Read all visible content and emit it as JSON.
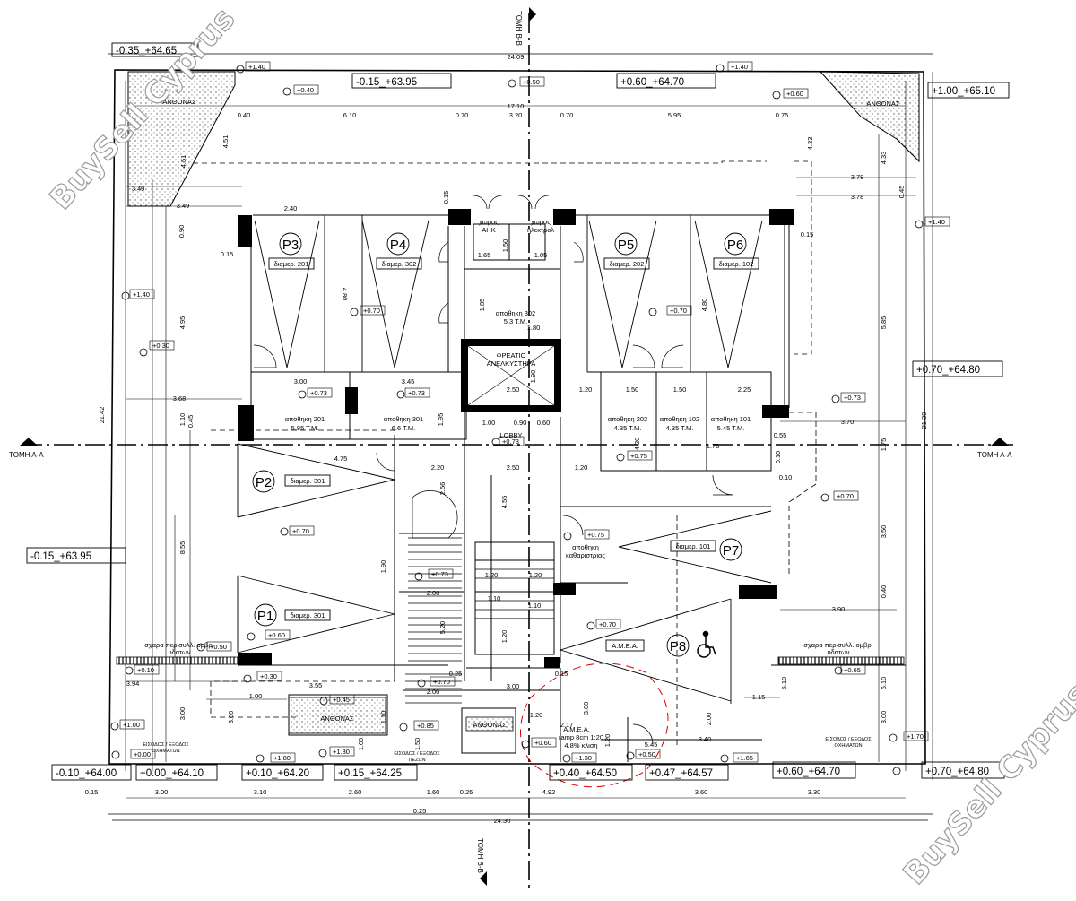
{
  "watermark": "BuySell Cyprus",
  "sections": {
    "aa": "ΤΟΜΗ Α-Α",
    "bb": "ΤΟΜΗ Β-Β"
  },
  "levels": {
    "l1": "-0.35_+64.65",
    "l2": "-0.15_+63.95",
    "l3": "+0.60_+64.70",
    "l4": "+1.00_+65.10",
    "l5": "-0.15_+63.95",
    "l6": "+0.70_+64.80",
    "l7": "-0.10_+64.00",
    "l8": "+0.00_+64.10",
    "l9": "+0.10_+64.20",
    "l10": "+0.15_+64.25",
    "l11": "+0.40_+64.50",
    "l12": "+0.47_+64.57",
    "l13": "+0.60_+64.70",
    "l14": "+0.70_+64.80"
  },
  "points": {
    "p1": "+1.40",
    "p2": "+0.40",
    "p3": "+0.50",
    "p4": "+1.40",
    "p5": "+0.60",
    "p6": "+1.40",
    "p7": "+0.30",
    "p8": "+0.70",
    "p9": "+0.70",
    "p10": "+0.73",
    "p11": "+0.73",
    "p12": "+0.73",
    "p13": "+0.73",
    "p14": "+0.75",
    "p15": "+0.70",
    "p16": "+0.70",
    "p17": "+0.75",
    "p18": "+0.73",
    "p19": "+0.70",
    "p20": "+0.60",
    "p21": "+0.50",
    "p22": "+0.30",
    "p23": "+0.10",
    "p24": "+0.65",
    "p25": "+0.70",
    "p26": "+0.45",
    "p27": "+1.00",
    "p28": "+0.00",
    "p29": "+1.80",
    "p30": "+1.30",
    "p31": "+0.85",
    "p32": "+0.60",
    "p33": "+1.30",
    "p34": "+0.50",
    "p35": "+1.65",
    "p36": "+1.70",
    "p37": "+1.40"
  },
  "parking": {
    "P1": {
      "label": "P1",
      "apt": "διαμερ. 301"
    },
    "P2": {
      "label": "P2",
      "apt": "διαμερ. 301"
    },
    "P3": {
      "label": "P3",
      "apt": "διαμερ. 201"
    },
    "P4": {
      "label": "P4",
      "apt": "διαμερ. 302"
    },
    "P5": {
      "label": "P5",
      "apt": "διαμερ. 202"
    },
    "P6": {
      "label": "P6",
      "apt": "διαμερ. 102"
    },
    "P7": {
      "label": "P7",
      "apt": "διαμερ. 101"
    },
    "P8": {
      "label": "P8",
      "apt": "Α.Μ.Ε.Α."
    }
  },
  "storage": {
    "s201": {
      "name": "αποθηκη 201",
      "area": "5.85 Τ.Μ."
    },
    "s301": {
      "name": "αποθηκη 301",
      "area": "6.6 Τ.Μ."
    },
    "s302": {
      "name": "αποθηκη 302",
      "area": "5.3 Τ.Μ."
    },
    "s202": {
      "name": "αποθηκη 202",
      "area": "4.35 Τ.Μ."
    },
    "s102": {
      "name": "αποθηκη 102",
      "area": "4.35 Τ.Μ."
    },
    "s101": {
      "name": "αποθηκη 101",
      "area": "5.45 Τ.Μ."
    },
    "clean1": "αποθηκη",
    "clean2": "καθαριστριας"
  },
  "rooms": {
    "ahk1": "χωρος",
    "ahk2": "ΑΗΚ",
    "elec1": "χωρος",
    "elec2": "ηλεκτρολ",
    "lift1": "ΦΡΕΑΤΙΟ",
    "lift2": "ΑΝΕΛΚΥΣΤΗΡΑ",
    "lobby": "LOBBY",
    "green1": "ΑΝΘΟΝΑΣ",
    "green2": "ΑΝΘΟΝΑΣ",
    "green3": "ΑΝΘΟΝΑΣ",
    "green4": "ΑΝΘΟΝΑΣ",
    "grate_l1": "σχαρα περισυλλ. ομβρ.",
    "grate_l2": "υδατων",
    "grate_r1": "σχαρα περισυλλ. ομβρ.",
    "grate_r2": "υδατων",
    "ramp1": "Α.Μ.Ε.Α.",
    "ramp2": "ramp 8cm 1:20",
    "ramp3": "4.8% κλιση",
    "entry_l1": "ΕΙΣΟΔΟΣ / ΕΞΟΔΟΣ",
    "entry_l2": "ΟΧΗΜΑΤΩΝ",
    "entry_m1": "ΕΙΣΟΔΟΣ / ΕΞΟΔΟΣ",
    "entry_m2": "ΠΕΖΩΝ",
    "entry_r1": "ΕΙΣΟΔΟΣ / ΕΞΟΔΟΣ",
    "entry_r2": "ΟΧΗΜΑΤΩΝ"
  },
  "dims": {
    "d1": "24.09",
    "d2": "17.10",
    "d3": "0.40",
    "d4": "6.10",
    "d5": "0.70",
    "d6": "3.20",
    "d7": "0.70",
    "d8": "5.95",
    "d9": "0.75",
    "d10": "4.51",
    "d11": "4.51",
    "d12": "4.33",
    "d13": "4.33",
    "d14": "3.49",
    "d15": "3.49",
    "d16": "2.40",
    "d17": "0.15",
    "d18": "3.78",
    "d19": "3.78",
    "d20": "0.45",
    "d21": "0.90",
    "d22": "1.65",
    "d23": "1.05",
    "d24": "1.50",
    "d25": "0.15",
    "d26": "0.15",
    "d27": "4.80",
    "d28": "4.80",
    "d29": "1.85",
    "d30": "1.80",
    "d31": "4.95",
    "d32": "5.85",
    "d33": "21.42",
    "d34": "21.39",
    "d35": "3.00",
    "d36": "3.45",
    "d37": "2.50",
    "d38": "1.90",
    "d39": "1.20",
    "d40": "1.50",
    "d41": "1.50",
    "d42": "2.25",
    "d43": "3.68",
    "d44": "1.10",
    "d45": "1.95",
    "d46": "1.00",
    "d47": "0.90",
    "d48": "0.60",
    "d49": "3.70",
    "d50": "0.55",
    "d51": "1.75",
    "d52": "4.75",
    "d53": "2.20",
    "d54": "2.50",
    "d55": "1.20",
    "d56": "4.20",
    "d57": "1.76",
    "d58": "0.10",
    "d59": "0.10",
    "d60": "2.56",
    "d61": "4.55",
    "d62": "8.55",
    "d63": "3.50",
    "d64": "1.90",
    "d65": "2.00",
    "d66": "1.20",
    "d67": "1.20",
    "d68": "1.10",
    "d69": "1.10",
    "d70": "5.20",
    "d71": "1.20",
    "d72": "3.90",
    "d73": "0.40",
    "d74": "0.25",
    "d75": "0.15",
    "d76": "3.94",
    "d77": "3.55",
    "d78": "1.00",
    "d79": "2.00",
    "d80": "3.00",
    "d81": "1.15",
    "d82": "5.10",
    "d83": "5.10",
    "d84": "3.00",
    "d85": "3.00",
    "d86": "3.00",
    "d87": "1.20",
    "d88": "2.17",
    "d89": "1.20",
    "d90": "3.00",
    "d91": "2.00",
    "d92": "3.40",
    "d93": "1.00",
    "d94": "1.50",
    "d95": "0.15",
    "d96": "3.00",
    "d97": "3.10",
    "d98": "2.60",
    "d99": "1.60",
    "d100": "0.25",
    "d101": "4.92",
    "d102": "3.60",
    "d103": "3.30",
    "d104": "0.25",
    "d105": "24.30",
    "d106": "0.45",
    "d107": "5.45",
    "d108": "1.10"
  }
}
